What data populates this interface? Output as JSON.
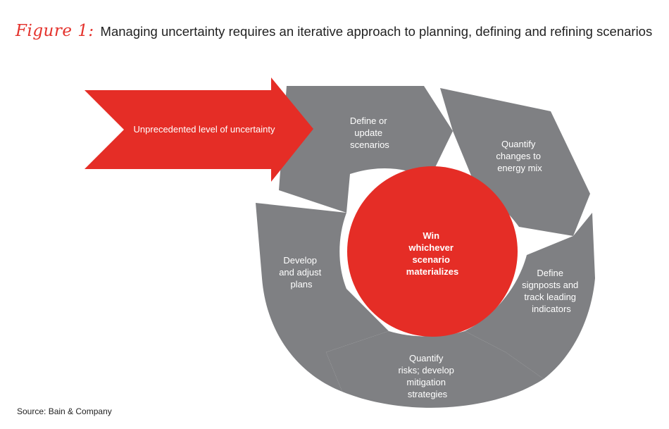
{
  "title": {
    "figure_label": "Figure 1:",
    "text": "Managing uncertainty requires an iterative approach to planning, defining and refining scenarios"
  },
  "input_arrow": {
    "label": "Unprecedented level of uncertainty"
  },
  "center": {
    "lines": [
      "Win",
      "whichever",
      "scenario",
      "materializes"
    ]
  },
  "steps": [
    {
      "lines": [
        "Define or",
        "update",
        "scenarios"
      ]
    },
    {
      "lines": [
        "Quantify",
        "changes to",
        "energy mix"
      ]
    },
    {
      "lines": [
        "Define",
        "signposts and",
        "track leading",
        "indicators"
      ]
    },
    {
      "lines": [
        "Quantify",
        "risks; develop",
        "mitigation",
        "strategies"
      ]
    },
    {
      "lines": [
        "Develop",
        "and adjust",
        "plans"
      ]
    }
  ],
  "source": "Source: Bain & Company",
  "colors": {
    "accent_red": "#e52d26",
    "segment_gray": "#7f8083",
    "text": "#222222"
  }
}
